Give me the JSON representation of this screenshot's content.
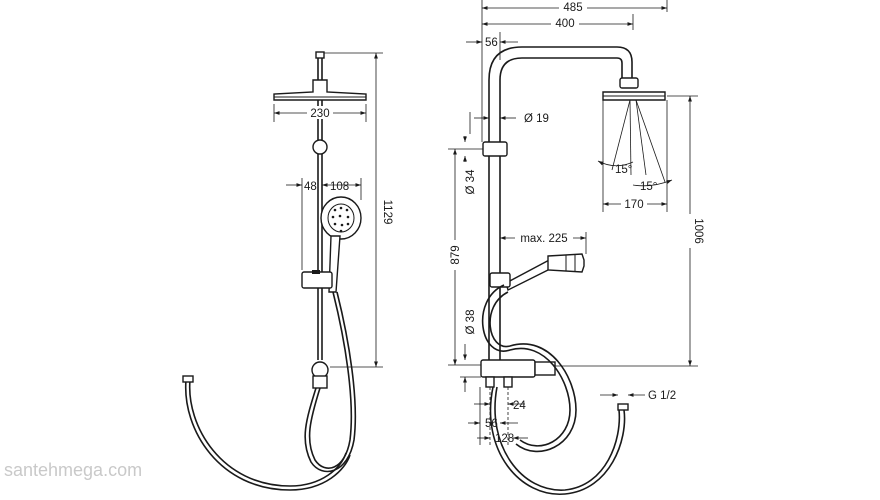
{
  "side_view": {
    "dims": {
      "head_width": "230",
      "arm_offset": "48",
      "handshower_width": "108",
      "height": "1129"
    }
  },
  "front_view": {
    "dims": {
      "total_reach": "485",
      "arm_length": "400",
      "wall_offset": "56",
      "pipe_diameter": "Ø 19",
      "angle_left": "15°",
      "angle_right": "15°",
      "head_diameter": "170",
      "upper_diameter": "Ø 34",
      "rail_length": "879",
      "arm_max": "max. 225",
      "lower_diameter": "Ø 38",
      "head_height": "1006",
      "thread": "G 1/2",
      "inlet_spacing": "24",
      "mixer_offset": "56",
      "mixer_depth": "128"
    }
  },
  "watermark": "santehmega.com"
}
